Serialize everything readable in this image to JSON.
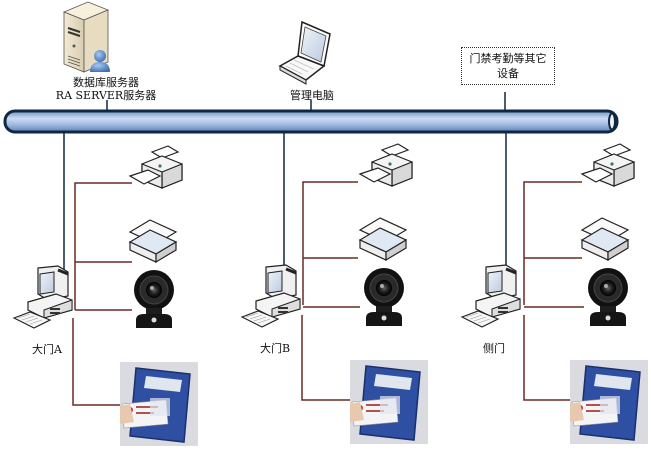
{
  "diagram": {
    "title": "",
    "top_nodes": [
      {
        "id": "db-server",
        "label_line1": "数据库服务器",
        "label_line2": "RA SERVER服务器",
        "icon": "server-with-user-icon"
      },
      {
        "id": "admin-pc",
        "label": "管理电脑",
        "icon": "laptop-icon"
      },
      {
        "id": "other-devices",
        "label_line1": "门禁考勤等其它",
        "label_line2": "设备",
        "icon": "dotted-box"
      }
    ],
    "bus": {
      "label": "network-bus",
      "color": "#a9c4e6",
      "outline": "#0f2740"
    },
    "stations": [
      {
        "id": "gate-a",
        "label": "大门A",
        "devices": [
          "printer",
          "scanner",
          "webcam",
          "id-card-reader"
        ]
      },
      {
        "id": "gate-b",
        "label": "大门B",
        "devices": [
          "printer",
          "scanner",
          "webcam",
          "id-card-reader"
        ]
      },
      {
        "id": "side-gate",
        "label": "侧门",
        "devices": [
          "printer",
          "scanner",
          "webcam",
          "id-card-reader"
        ]
      }
    ],
    "colors": {
      "uplink": "#0f2740",
      "device_link": "#6b2a22",
      "reader_body": "#2f4fa3",
      "webcam": "#1a1a1a"
    }
  }
}
